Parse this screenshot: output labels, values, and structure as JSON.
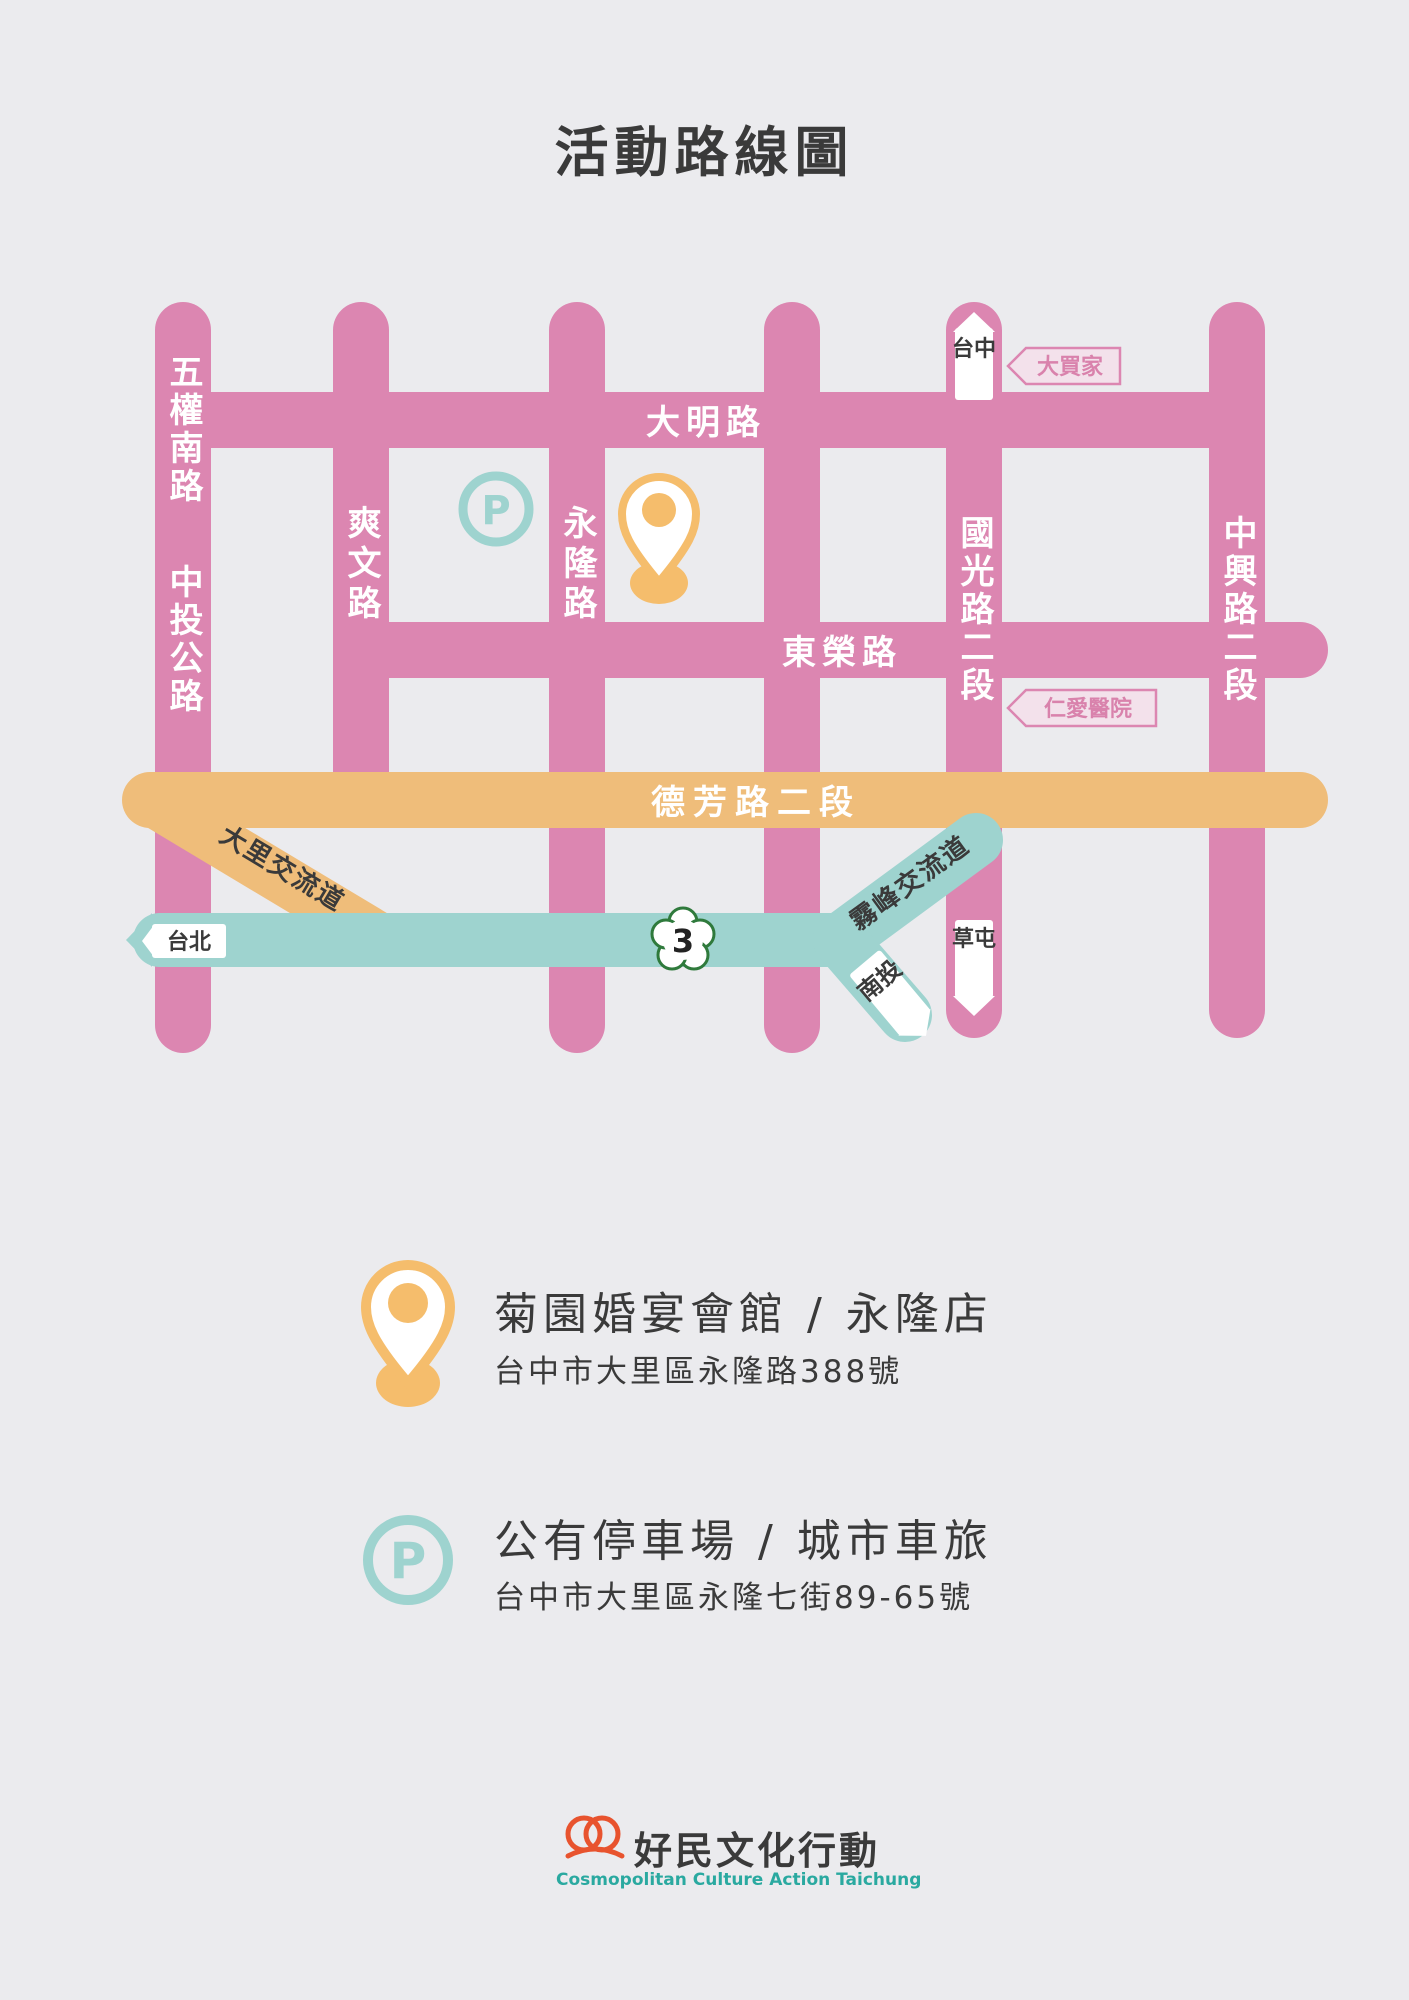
{
  "title": "活動路線圖",
  "colors": {
    "road_pink": "#dc86b1",
    "road_orange": "#efbd7a",
    "road_teal": "#9ed3cf",
    "highway_outline": "#2f7a3c",
    "parking": "#9ed3cf",
    "pin": "#f5bd6c",
    "text_dark": "#3a3a3a",
    "background": "#ebebee"
  },
  "map": {
    "roads": {
      "wuquan": "五權南路",
      "zhongtou": "中投公路",
      "shuangwen": "爽文路",
      "yonglong": "永隆路",
      "daming": "大明路",
      "dongrong": "東榮路",
      "guoguang": "國光路二段",
      "zhongxing": "中興路二段",
      "defang": "德芳路二段",
      "dali_ic": "大里交流道",
      "wufeng_ic": "霧峰交流道"
    },
    "directions": {
      "taizhong": "台中",
      "taipei": "台北",
      "caotun": "草屯",
      "nantou": "南投"
    },
    "landmarks": {
      "dmall": "大買家",
      "renai": "仁愛醫院"
    },
    "highway_number": "3",
    "parking_symbol": "P"
  },
  "legend": [
    {
      "icon": "location-pin-icon",
      "name": "菊園婚宴會館 / 永隆店",
      "address": "台中市大里區永隆路388號"
    },
    {
      "icon": "parking-icon",
      "name": "公有停車場 / 城市車旅",
      "address": "台中市大里區永隆七街89-65號"
    }
  ],
  "logo": {
    "name": "好民文化行動",
    "subtitle": "Cosmopolitan Culture Action Taichung"
  }
}
